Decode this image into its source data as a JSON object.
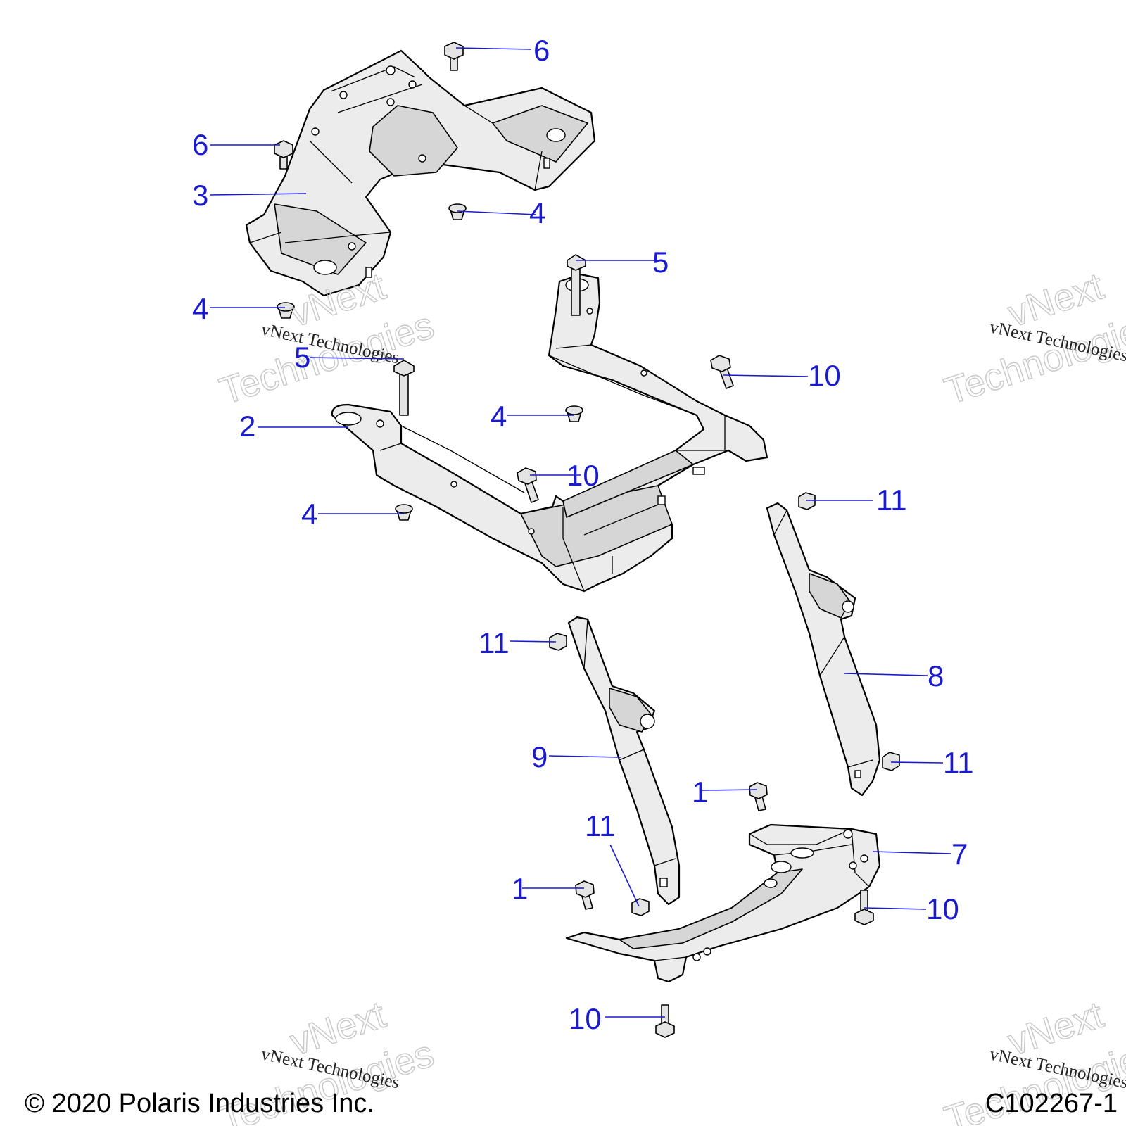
{
  "callouts": [
    {
      "label": "6"
    },
    {
      "label": "6"
    },
    {
      "label": "3"
    },
    {
      "label": "4"
    },
    {
      "label": "4"
    },
    {
      "label": "5"
    },
    {
      "label": "5"
    },
    {
      "label": "10"
    },
    {
      "label": "2"
    },
    {
      "label": "4"
    },
    {
      "label": "10"
    },
    {
      "label": "4"
    },
    {
      "label": "11"
    },
    {
      "label": "11"
    },
    {
      "label": "8"
    },
    {
      "label": "9"
    },
    {
      "label": "11"
    },
    {
      "label": "1"
    },
    {
      "label": "11"
    },
    {
      "label": "7"
    },
    {
      "label": "1"
    },
    {
      "label": "10"
    },
    {
      "label": "10"
    }
  ],
  "watermark": {
    "brand": "vNext",
    "word": "Technologies",
    "line": "vNext Technologies"
  },
  "footer": {
    "copyright": "© 2020 Polaris Industries Inc.",
    "drawing_id": "C102267-1"
  }
}
